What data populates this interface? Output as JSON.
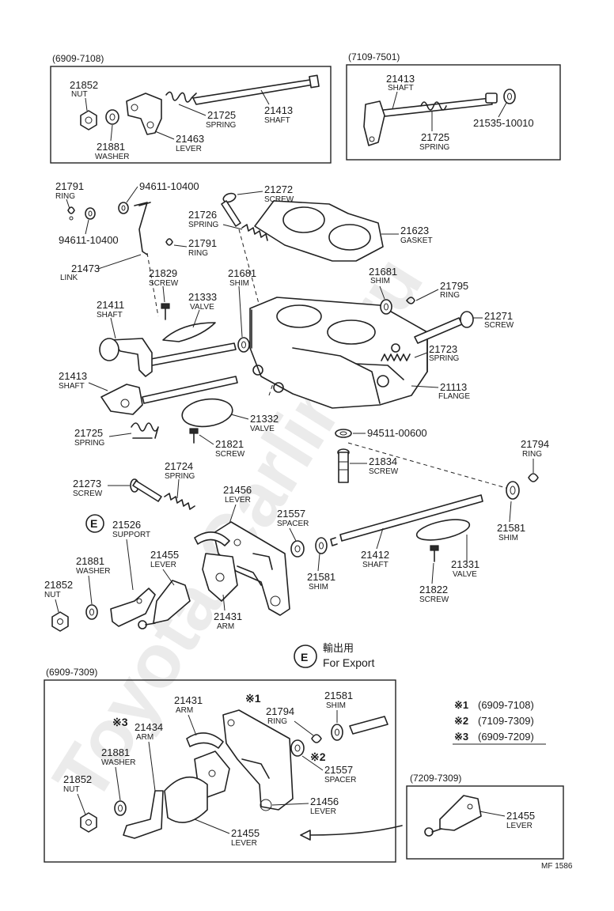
{
  "watermark": "Toyota-Carline.ru",
  "figure_code": "MF 1586",
  "legend": {
    "export_mark": "E",
    "export_jp": "輸出用",
    "export_en": "For Export",
    "notes": [
      {
        "mark": "※1",
        "range": "(6909-7108)"
      },
      {
        "mark": "※2",
        "range": "(7109-7309)"
      },
      {
        "mark": "※3",
        "range": "(6909-7209)"
      }
    ]
  },
  "boxes": {
    "top_left": "(6909-7108)",
    "top_right": "(7109-7501)",
    "bottom_main": "(6909-7309)",
    "bottom_small": "(7209-7309)"
  },
  "callouts": {
    "tl_21852": {
      "num": "21852",
      "name": "NUT"
    },
    "tl_21881": {
      "num": "21881",
      "name": "WASHER"
    },
    "tl_21725": {
      "num": "21725",
      "name": "SPRING"
    },
    "tl_21463": {
      "num": "21463",
      "name": "LEVER"
    },
    "tl_21413": {
      "num": "21413",
      "name": "SHAFT"
    },
    "tr_21413": {
      "num": "21413",
      "name": "SHAFT"
    },
    "tr_21725": {
      "num": "21725",
      "name": "SPRING"
    },
    "tr_21535": {
      "num": "21535-10010",
      "name": ""
    },
    "m_21791a": {
      "num": "21791",
      "name": "RING"
    },
    "m_94611a": {
      "num": "94611-10400",
      "name": ""
    },
    "m_94611b": {
      "num": "94611-10400",
      "name": ""
    },
    "m_21791b": {
      "num": "21791",
      "name": "RING"
    },
    "m_21473": {
      "num": "21473",
      "name": "LINK"
    },
    "m_21272": {
      "num": "21272",
      "name": "SCREW"
    },
    "m_21726": {
      "num": "21726",
      "name": "SPRING"
    },
    "m_21623": {
      "num": "21623",
      "name": "GASKET"
    },
    "m_21829": {
      "num": "21829",
      "name": "SCREW"
    },
    "m_21681a": {
      "num": "21681",
      "name": "SHIM"
    },
    "m_21681b": {
      "num": "21681",
      "name": "SHIM"
    },
    "m_21795": {
      "num": "21795",
      "name": "RING"
    },
    "m_21333": {
      "num": "21333",
      "name": "VALVE"
    },
    "m_21411": {
      "num": "21411",
      "name": "SHAFT"
    },
    "m_21271": {
      "num": "21271",
      "name": "SCREW"
    },
    "m_21723": {
      "num": "21723",
      "name": "SPRING"
    },
    "m_21413": {
      "num": "21413",
      "name": "SHAFT"
    },
    "m_21113": {
      "num": "21113",
      "name": "FLANGE"
    },
    "m_21332": {
      "num": "21332",
      "name": "VALVE"
    },
    "m_94511": {
      "num": "94511-00600",
      "name": ""
    },
    "m_21725": {
      "num": "21725",
      "name": "SPRING"
    },
    "m_21821": {
      "num": "21821",
      "name": "SCREW"
    },
    "m_21794": {
      "num": "21794",
      "name": "RING"
    },
    "m_21834": {
      "num": "21834",
      "name": "SCREW"
    },
    "m_21724": {
      "num": "21724",
      "name": "SPRING"
    },
    "m_21273": {
      "num": "21273",
      "name": "SCREW"
    },
    "m_21456": {
      "num": "21456",
      "name": "LEVER"
    },
    "m_21526": {
      "num": "21526",
      "name": "SUPPORT"
    },
    "m_21557": {
      "num": "21557",
      "name": "SPACER"
    },
    "m_21581a": {
      "num": "21581",
      "name": "SHIM"
    },
    "m_21455": {
      "num": "21455",
      "name": "LEVER"
    },
    "m_21881": {
      "num": "21881",
      "name": "WASHER"
    },
    "m_21412": {
      "num": "21412",
      "name": "SHAFT"
    },
    "m_21581b": {
      "num": "21581",
      "name": "SHIM"
    },
    "m_21331": {
      "num": "21331",
      "name": "VALVE"
    },
    "m_21852": {
      "num": "21852",
      "name": "NUT"
    },
    "m_21431": {
      "num": "21431",
      "name": "ARM"
    },
    "m_21822": {
      "num": "21822",
      "name": "SCREW"
    },
    "b_21431": {
      "num": "21431",
      "name": "ARM"
    },
    "b_21581": {
      "num": "21581",
      "name": "SHIM"
    },
    "b_21434": {
      "num": "21434",
      "name": "ARM"
    },
    "b_21794": {
      "num": "21794",
      "name": "RING"
    },
    "b_21881": {
      "num": "21881",
      "name": "WASHER"
    },
    "b_21557": {
      "num": "21557",
      "name": "SPACER"
    },
    "b_21852": {
      "num": "21852",
      "name": "NUT"
    },
    "b_21456": {
      "num": "21456",
      "name": "LEVER"
    },
    "b_21455": {
      "num": "21455",
      "name": "LEVER"
    },
    "bs_21455": {
      "num": "21455",
      "name": "LEVER"
    }
  },
  "marks": {
    "b_mark1": "※1",
    "b_mark2": "※2",
    "b_mark3": "※3",
    "m_export": "E"
  }
}
